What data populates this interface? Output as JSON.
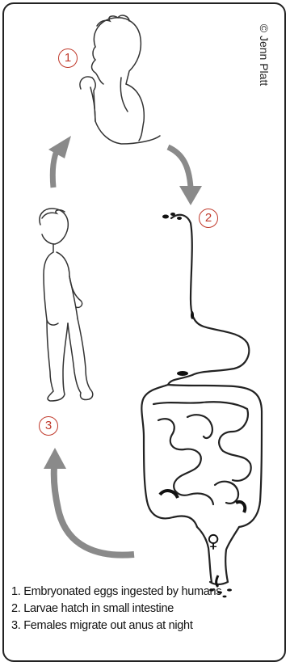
{
  "copyright": "© Jenn Platt",
  "step_markers": [
    "1",
    "2",
    "3"
  ],
  "legend": [
    "1. Embryonated eggs ingested by humans",
    "2. Larvae hatch in small intestine",
    "3. Females migrate out anus at night"
  ],
  "colors": {
    "step_number": "#c0392b",
    "arrow": "#8a8a8a",
    "line_art": "#333333",
    "border": "#222222"
  },
  "symbols": {
    "female": "♀"
  }
}
